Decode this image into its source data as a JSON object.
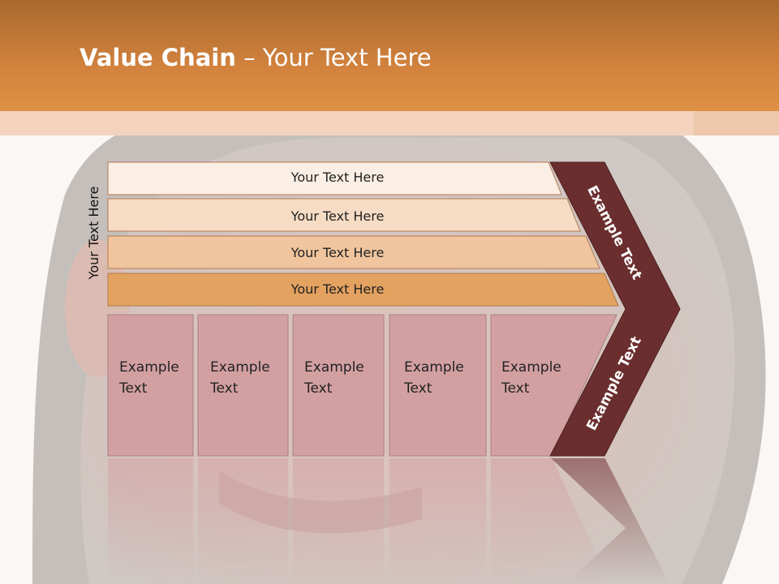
{
  "title": {
    "bold": "Value Chain",
    "rest": " – Your Text Here"
  },
  "side_label": "Your Text Here",
  "rows": [
    {
      "label": "Your Text Here",
      "color": "#fbeee4"
    },
    {
      "label": "Your Text Here",
      "color": "#f7dcc5"
    },
    {
      "label": "Your Text Here",
      "color": "#f0c59d"
    },
    {
      "label": "Your Text Here",
      "color": "#e3a25f"
    }
  ],
  "cells": [
    {
      "line1": "Example",
      "line2": "Text"
    },
    {
      "line1": "Example",
      "line2": "Text"
    },
    {
      "line1": "Example",
      "line2": "Text"
    },
    {
      "line1": "Example",
      "line2": "Text"
    },
    {
      "line1": "Example",
      "line2": "Text"
    }
  ],
  "chevron": {
    "upper": "Example Text",
    "lower": "Example Text"
  },
  "colors": {
    "header": "#d2823d",
    "cell": "#d3a0a2",
    "chevron": "#6b2e2e"
  }
}
